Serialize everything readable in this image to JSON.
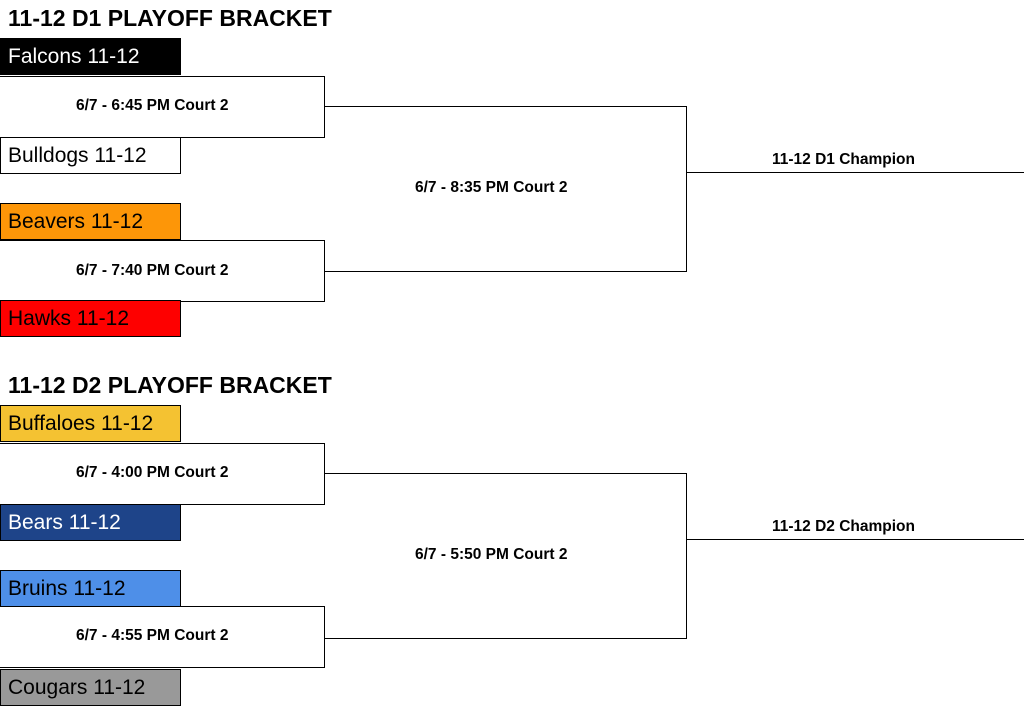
{
  "d1": {
    "title": "11-12 D1 PLAYOFF BRACKET",
    "teams": [
      {
        "name": "Falcons 11-12",
        "bg": "#000000",
        "fg": "#ffffff"
      },
      {
        "name": "Bulldogs 11-12",
        "bg": "#ffffff",
        "fg": "#000000"
      },
      {
        "name": "Beavers 11-12",
        "bg": "#fd9608",
        "fg": "#000000"
      },
      {
        "name": "Hawks 11-12",
        "bg": "#fe0000",
        "fg": "#000000"
      }
    ],
    "games": [
      "6/7 - 6:45 PM Court 2",
      "6/7 - 7:40 PM Court 2"
    ],
    "final": "6/7 - 8:35 PM Court 2",
    "champion": "11-12 D1 Champion"
  },
  "d2": {
    "title": "11-12 D2 PLAYOFF BRACKET",
    "teams": [
      {
        "name": "Buffaloes 11-12",
        "bg": "#f4c232",
        "fg": "#000000"
      },
      {
        "name": "Bears 11-12",
        "bg": "#1e4489",
        "fg": "#ffffff"
      },
      {
        "name": "Bruins 11-12",
        "bg": "#4e8fe8",
        "fg": "#000000"
      },
      {
        "name": "Cougars 11-12",
        "bg": "#999999",
        "fg": "#000000"
      }
    ],
    "games": [
      "6/7 - 4:00 PM Court 2",
      "6/7 - 4:55 PM Court 2"
    ],
    "final": "6/7 - 5:50 PM Court 2",
    "champion": "11-12 D2 Champion"
  }
}
